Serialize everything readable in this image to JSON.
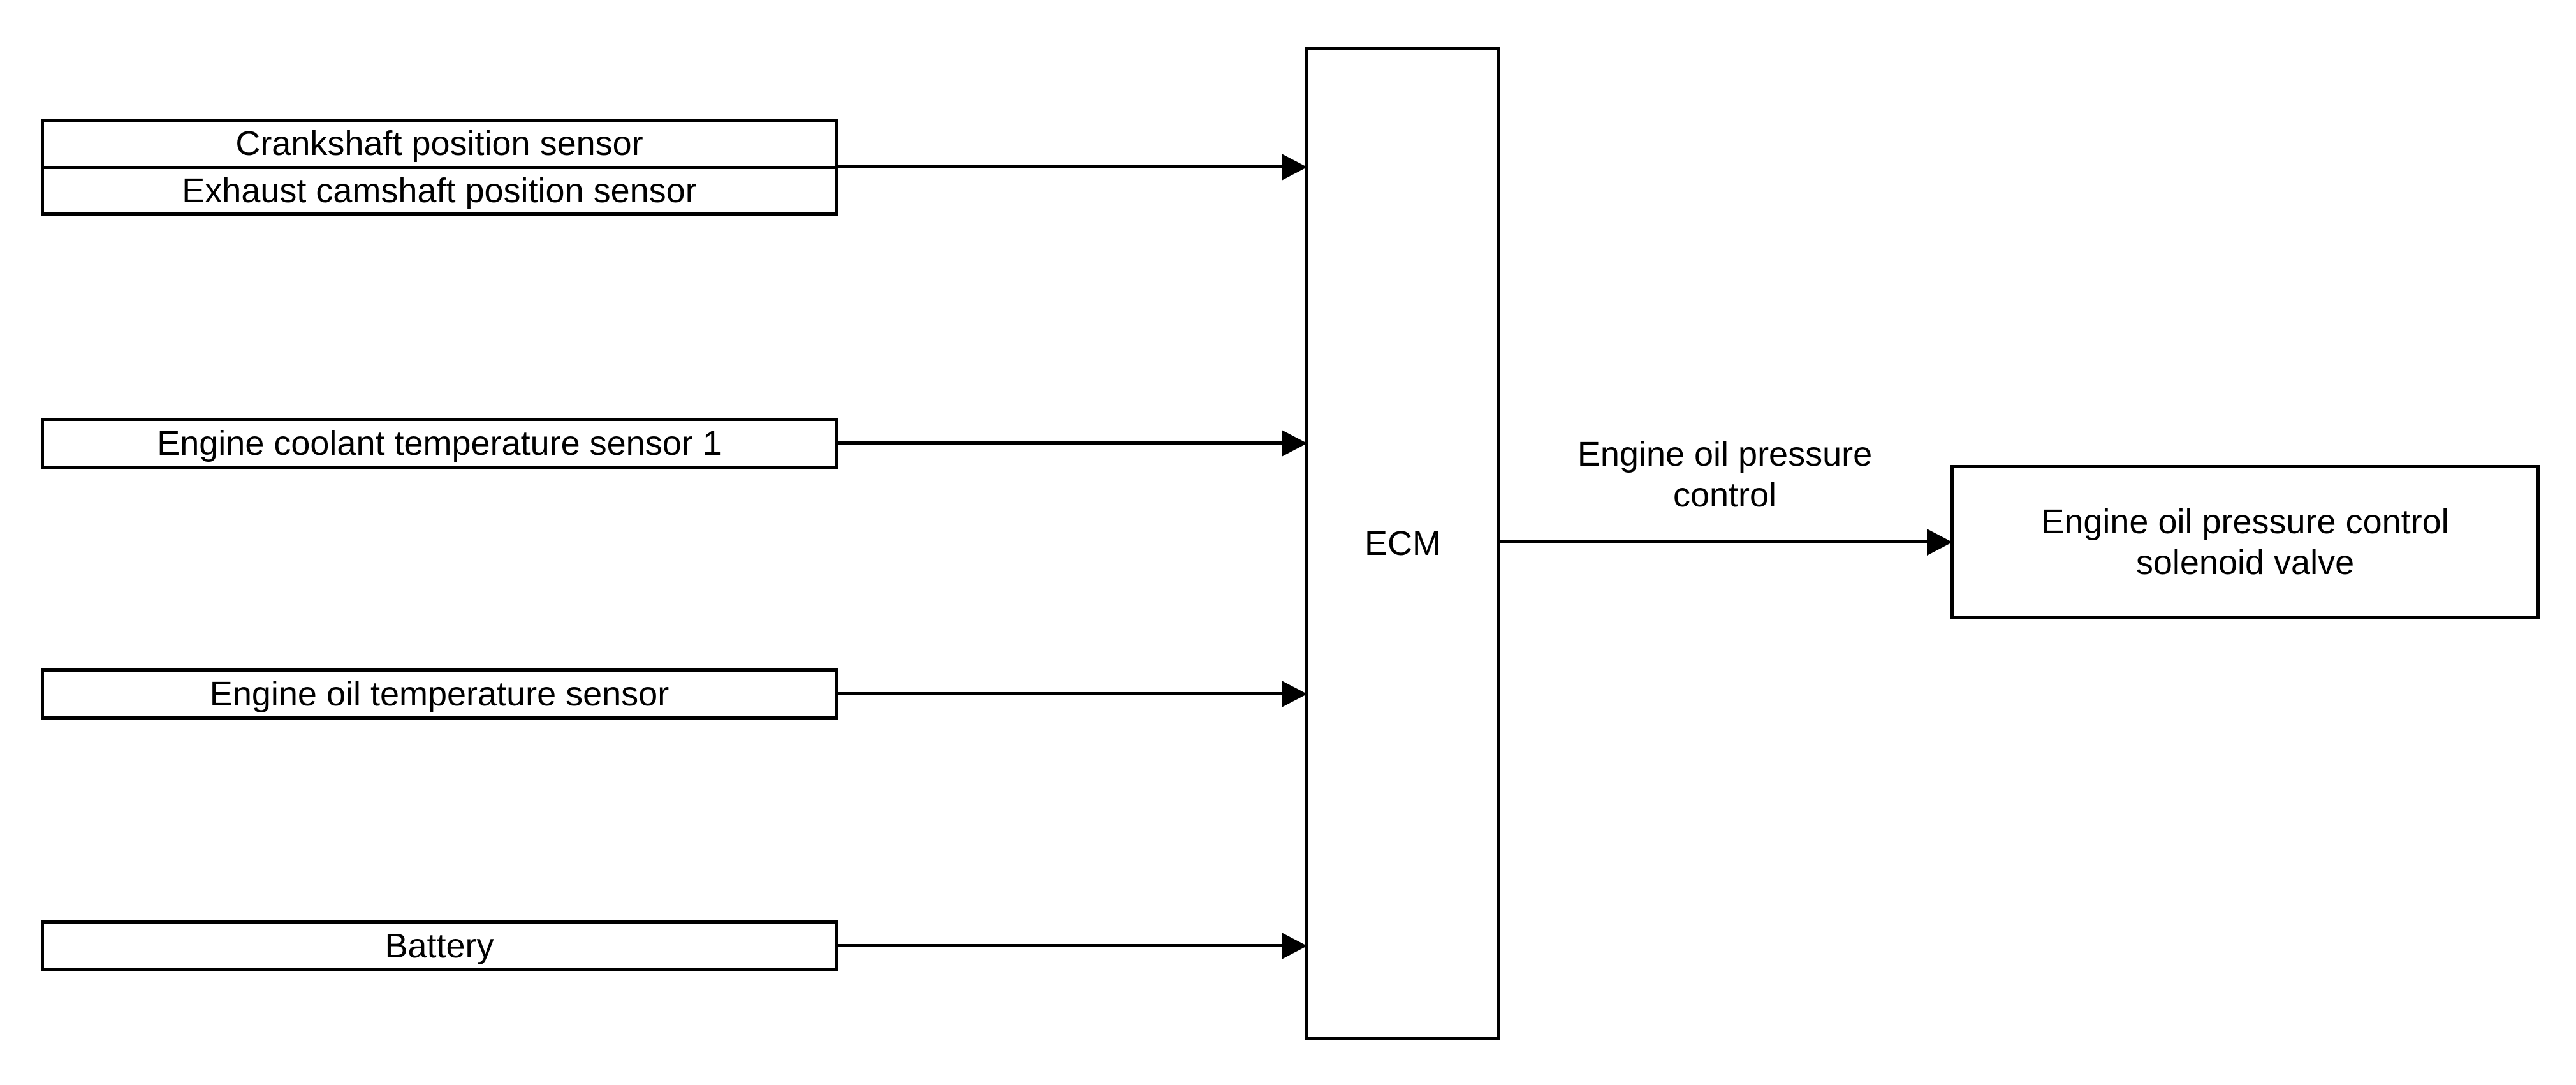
{
  "diagram": {
    "background_color": "#ffffff",
    "line_color": "#000000",
    "sensor_group": {
      "rows": [
        "Crankshaft position sensor",
        "Exhaust camshaft position sensor"
      ]
    },
    "sensors": [
      "Engine coolant temperature sensor 1",
      "Engine oil temperature sensor",
      "Battery"
    ],
    "ecm_label": "ECM",
    "output": {
      "signal_label": "Engine oil pressure control",
      "target_label": "Engine oil pressure control solenoid valve"
    }
  }
}
